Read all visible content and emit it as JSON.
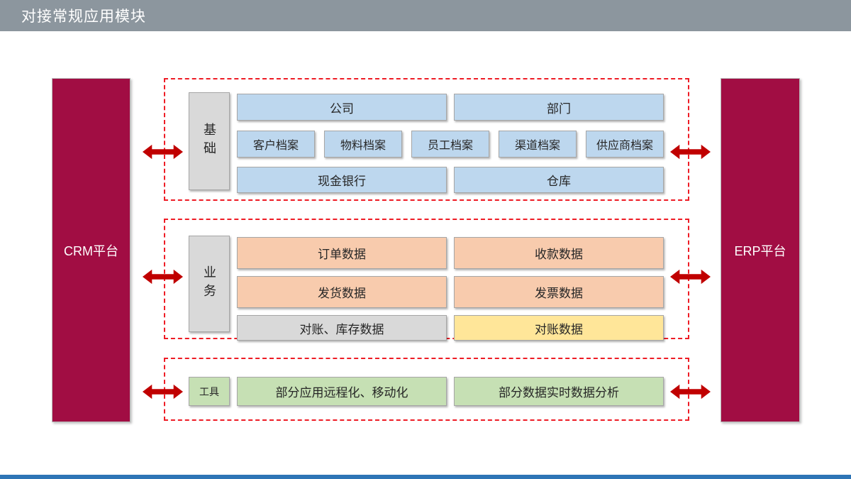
{
  "header": {
    "title": "对接常规应用模块"
  },
  "platforms": {
    "crm": "CRM平台",
    "erp": "ERP平台"
  },
  "sections": {
    "foundation": {
      "label": "基础",
      "row1": [
        "公司",
        "部门"
      ],
      "row2": [
        "客户档案",
        "物料档案",
        "员工档案",
        "渠道档案",
        "供应商档案"
      ],
      "row3": [
        "现金银行",
        "仓库"
      ]
    },
    "business": {
      "label": "业务",
      "row1": [
        "订单数据",
        "收款数据"
      ],
      "row2": [
        "发货数据",
        "发票数据"
      ],
      "row3": [
        "对账、库存数据",
        "对账数据"
      ]
    },
    "tools": {
      "label": "工具",
      "row1": [
        "部分应用远程化、移动化",
        "部分数据实时数据分析"
      ]
    }
  },
  "colors": {
    "header_bg": "#8C969E",
    "platform_maroon": "#A10D43",
    "dashed_border_red": "#EE1C25",
    "arrow_red": "#C00000",
    "box_blue": "#BDD7EE",
    "box_orange": "#F8CBAD",
    "box_gray": "#D9D9D9",
    "box_yellow": "#FFE699",
    "box_green": "#C6E0B4",
    "box_border_gray": "#A6A6A6",
    "footer_blue": "#2E75B6"
  }
}
